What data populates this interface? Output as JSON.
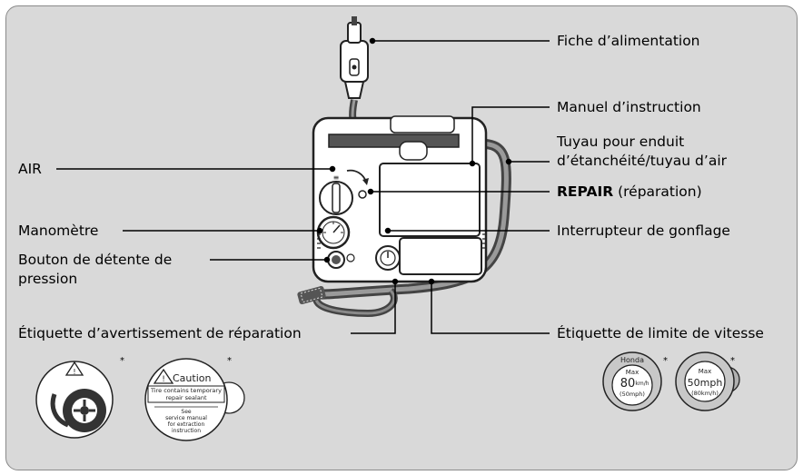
{
  "labels": {
    "power_plug": "Fiche d’alimentation",
    "instruction_manual": "Manuel d’instruction",
    "hose_line1": "Tuyau pour enduit",
    "hose_line2": "d’étanchéité/tuyau d’air",
    "air": "AIR",
    "repair_bold": "REPAIR",
    "repair_rest": " (réparation)",
    "gauge": "Manomètre",
    "inflation_switch": "Interrupteur de gonflage",
    "relief_line1": "Bouton de détente de",
    "relief_line2": "pression",
    "repair_warning": "Étiquette d’avertissement de réparation",
    "speed_limit": "Étiquette de limite de vitesse"
  },
  "stickers": {
    "asterisk": "*",
    "caution_title": "Caution",
    "caution_line1": "Tire contains temporary",
    "caution_line2": "repair sealant",
    "caution_line3": "See",
    "caution_line4": "service manual",
    "caution_line5": "for extraction",
    "caution_line6": "instruction",
    "honda_brand": "Honda",
    "honda_max": "Max",
    "honda_kmh": "80",
    "honda_kmh_unit": "km/h",
    "honda_mph": "(50mph)",
    "generic_max": "Max",
    "generic_mph": "50mph",
    "generic_kmh": "(80km/h)"
  }
}
